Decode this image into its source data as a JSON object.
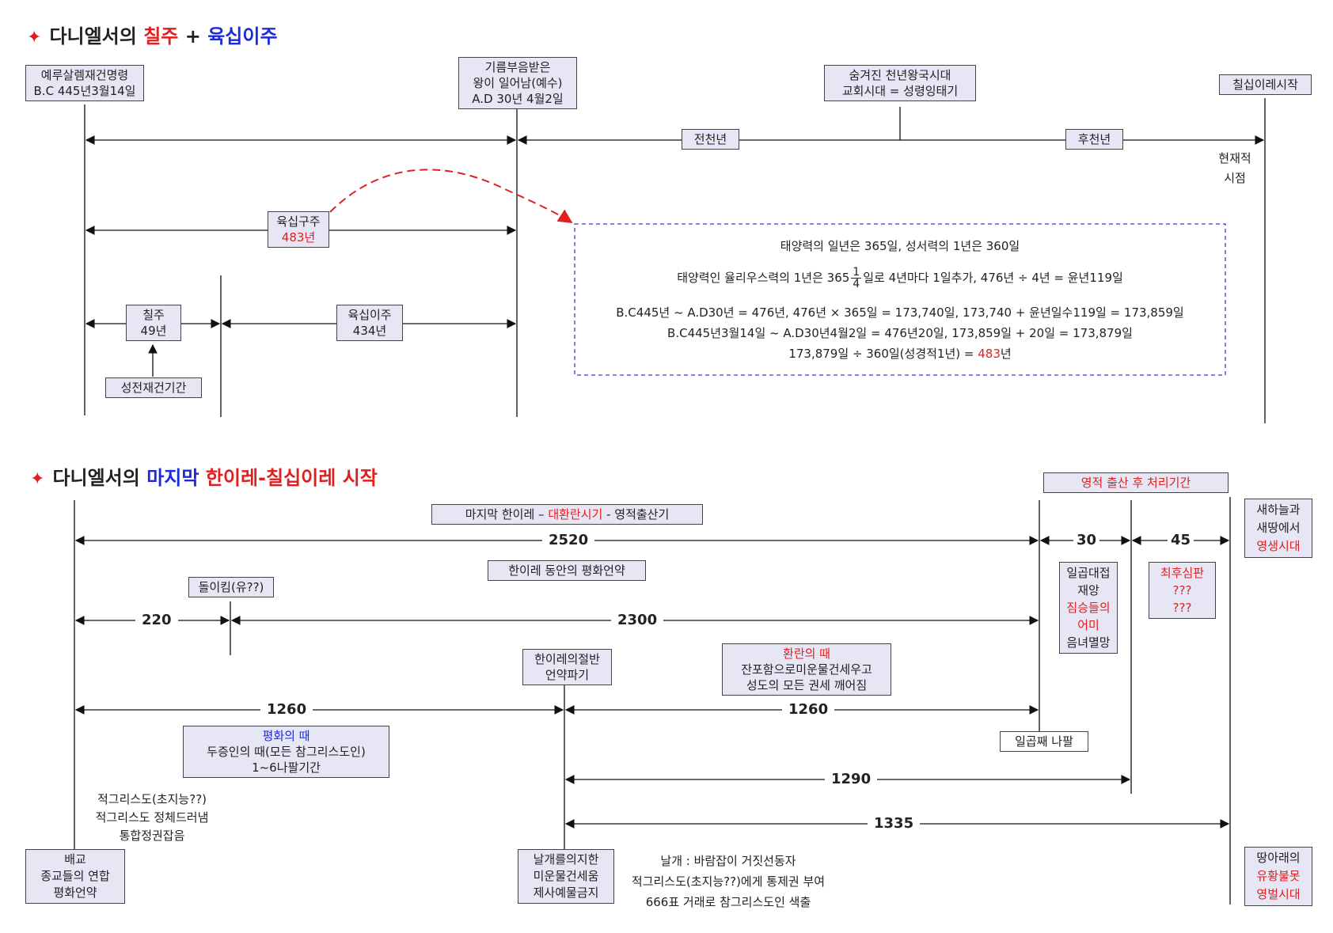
{
  "colors": {
    "accent_red": "#e02020",
    "accent_blue": "#1c2bd8",
    "box_fill": "#e6e6f5",
    "dashed_box": "#3b3bd4"
  },
  "section1": {
    "title": {
      "star": "✦",
      "part1": "다니엘서의 ",
      "part2": "칠주",
      "part3": " + ",
      "part4": "육십이주"
    },
    "box_jerusalem": {
      "line1": "예루살렘재건명령",
      "line2": "B.C 445년3월14일"
    },
    "box_anointed": {
      "line1": "기름부음받은",
      "line2": "왕이 일어남(예수)",
      "line3": "A.D 30년 4월2일"
    },
    "box_hidden": {
      "line1": "숨겨진 천년왕국시대",
      "line2": "교회시대 = 성령잉태기"
    },
    "box_seventy_start": "칠십이레시작",
    "box_first_millennium": "전천년",
    "box_second_millennium": "후천년",
    "label_present": {
      "line1": "현재적",
      "line2": "시점"
    },
    "box_sixty_nine": {
      "line1": "육십구주",
      "line2": "483년"
    },
    "box_seven_weeks": {
      "line1": "칠주",
      "line2": "49년"
    },
    "box_sixty_two": {
      "line1": "육십이주",
      "line2": "434년"
    },
    "box_temple": "성전재건기간",
    "calc": {
      "line1": "태양력의 일년은 365일,   성서력의 1년은 360일",
      "line2a": "태양력인 율리우스력의 1년은 365",
      "frac_num": "1",
      "frac_den": "4",
      "line2b": "일로 4년마다 1일추가,    476년 ÷ 4년 = 윤년119일",
      "line3": "B.C445년 ~ A.D30년 = 476년,  476년 × 365일 = 173,740일,  173,740 + 윤년일수119일 = 173,859일",
      "line4": "B.C445년3월14일 ~ A.D30년4월2일 = 476년20일,  173,859일 + 20일 = 173,879일",
      "line5a": "173,879일 ÷ 360일(성경적1년) = ",
      "line5b": "483",
      "line5c": "년"
    }
  },
  "section2": {
    "title": {
      "star": "✦",
      "part1": "다니엘서의 ",
      "part2": "마지막",
      "part3": " ",
      "part4": "한이레-칠십이레 시작"
    },
    "box_last_week": {
      "part1": "마지막 한이레 – ",
      "part2": "대환란시기",
      "part3": " - 영적출산기"
    },
    "box_disposal": "영적 출산 후 처리기간",
    "num_2520": "2520",
    "num_30": "30",
    "num_45": "45",
    "box_peace_covenant": "한이레 동안의 평화언약",
    "box_returning": "돌이킴(유??)",
    "num_220": "220",
    "num_2300": "2300",
    "box_half": {
      "line1": "한이레의절반",
      "line2": "언약파기"
    },
    "box_tribulation": {
      "line1": "환란의 때",
      "line2": "잔포함으로미운물건세우고",
      "line3": "성도의 모든 권세 깨어짐"
    },
    "num_1260_left": "1260",
    "num_1260_right": "1260",
    "box_peace_time": {
      "line1": "평화의 때",
      "line2": "두증인의 때(모든 참그리스도인)",
      "line3": "1~6나팔기간"
    },
    "box_seventh_trumpet": "일곱째 나팔",
    "num_1290": "1290",
    "num_1335": "1335",
    "box_seven_bowls": {
      "line1": "일곱대접",
      "line2": "재앙",
      "line3": "짐승들의",
      "line4": "어미",
      "line5": "음녀멸망"
    },
    "box_final_judgment": {
      "line1": "최후심판",
      "line2": "???",
      "line3": "???"
    },
    "box_new_heaven": {
      "line1": "새하늘과",
      "line2": "새땅에서",
      "line3": "영생시대"
    },
    "box_lake_of_fire": {
      "line1": "땅아래의",
      "line2": "유황불못",
      "line3": "영벌시대"
    },
    "label_antichrist": {
      "line1": "적그리스도(초지능??)",
      "line2": "적그리스도 정체드러냄",
      "line3": "통합정권잡음"
    },
    "box_apostasy": {
      "line1": "배교",
      "line2": "종교들의 연합",
      "line3": "평화언약"
    },
    "box_wings": {
      "line1": "날개를의지한",
      "line2": "미운물건세움",
      "line3": "제사예물금지"
    },
    "label_wings": {
      "line1": "날개 : 바람잡이 거짓선동자",
      "line2": "적그리스도(초지능??)에게 통제권 부여",
      "line3": "666표 거래로 참그리스도인 색출"
    }
  }
}
